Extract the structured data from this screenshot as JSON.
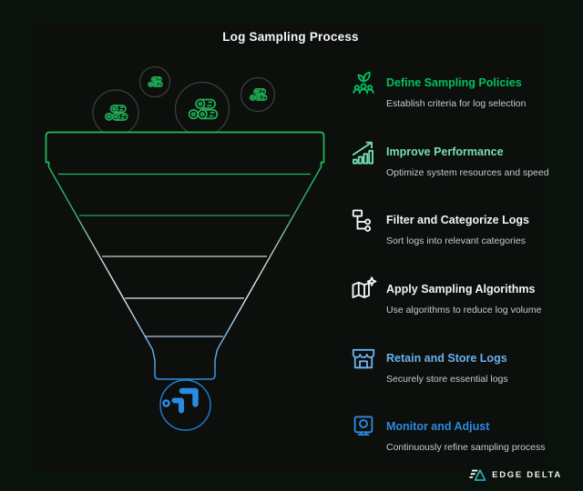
{
  "title": "Log Sampling Process",
  "steps": [
    {
      "title": "Define Sampling Policies",
      "subtitle": "Establish criteria for log selection",
      "icon": "team-leaf-icon",
      "color": "#00c15e"
    },
    {
      "title": "Improve Performance",
      "subtitle": "Optimize system resources and speed",
      "icon": "growth-chart-icon",
      "color": "#74dfb0"
    },
    {
      "title": "Filter and Categorize Logs",
      "subtitle": "Sort logs into relevant categories",
      "icon": "hierarchy-icon",
      "color": "#f2f5f4"
    },
    {
      "title": "Apply Sampling Algorithms",
      "subtitle": "Use algorithms to reduce log volume",
      "icon": "map-sparkle-icon",
      "color": "#f2f5f4"
    },
    {
      "title": "Retain and Store Logs",
      "subtitle": "Securely store essential logs",
      "icon": "storefront-icon",
      "color": "#68b1ee"
    },
    {
      "title": "Monitor and Adjust",
      "subtitle": "Continuously refine sampling process",
      "icon": "monitor-icon",
      "color": "#2a8ae2"
    }
  ],
  "funnel": {
    "bubble_count": 4,
    "bubble_icon": "logs-icon",
    "bubble_icon_color": "#1fae54",
    "bubble_ring_color": "#3b413c",
    "rim_color": "#1fc05e",
    "gradient": [
      "#1fc05e",
      "#eaefec",
      "#2c8be0"
    ],
    "line_colors": [
      "#25b95f",
      "#2aa164",
      "#c9d4cd",
      "#e6ebe8",
      "#a9c9e9"
    ],
    "outlet_circle_color": "#2080d4",
    "outlet_icon": "edge-delta-mark-icon"
  },
  "footer": {
    "brand": "EDGE DELTA",
    "accent_green": "#2dc76e",
    "accent_blue": "#2f8fe3"
  },
  "colors": {
    "background": "#0a120c",
    "panel": "#0d0f0d",
    "title_text": "#f5f7f6",
    "subtitle_text": "#c6cbce"
  }
}
